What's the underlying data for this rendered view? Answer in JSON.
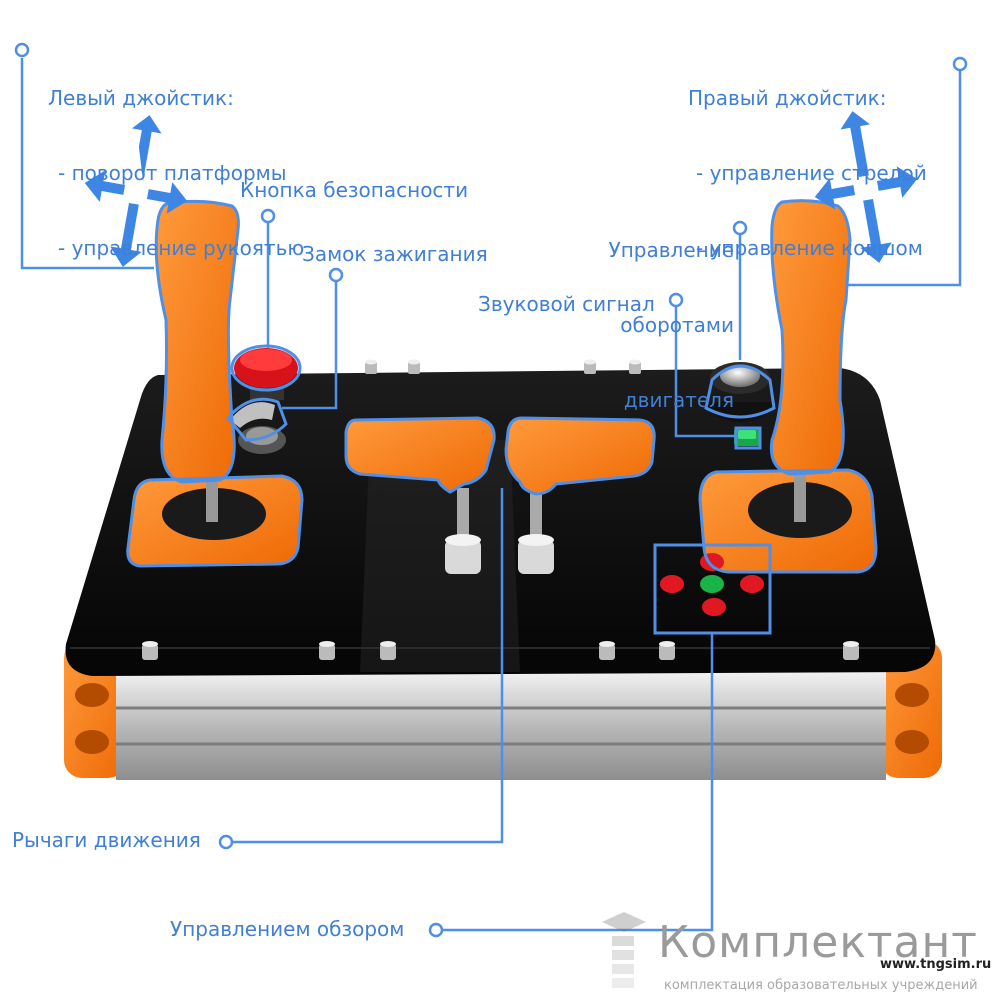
{
  "labels": {
    "left_joystick": {
      "title": "Левый джойстик:",
      "items": [
        "- поворот платформы",
        "- управление рукоятью"
      ]
    },
    "right_joystick": {
      "title": "Правый джойстик:",
      "items": [
        "- управление стрелой",
        "- управление ковшом"
      ]
    },
    "safety_button": "Кнопка безопасности",
    "ignition_lock": "Замок зажигания",
    "engine_rpm": [
      "Управление",
      "оборотами",
      "двигателя"
    ],
    "horn": "Звуковой сигнал",
    "movement_levers": "Рычаги движения",
    "view_control": "Управлением обзором"
  },
  "watermark": {
    "brand": "Комплектант",
    "subtitle": "комплектация образовательных учреждений",
    "url": "www.tngsim.ru"
  },
  "colors": {
    "annotation": "#3f7fd6",
    "orange": "#ff7a12",
    "panel": "#0d0d0d",
    "aluminum": "#c9c9c9"
  }
}
